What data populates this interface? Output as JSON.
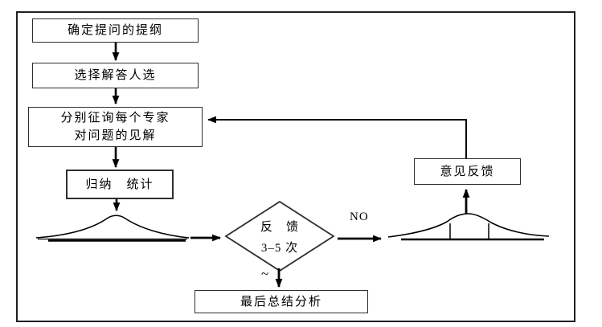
{
  "diagram": {
    "nodes": {
      "outline": {
        "label": "确定提问的提纲"
      },
      "select": {
        "label": "选择解答人选"
      },
      "consult": {
        "line1": "分别征询每个专家",
        "line2": "对问题的见解"
      },
      "summarize": {
        "label": "归纳　统计"
      },
      "decision": {
        "line1": "反　馈",
        "line2": "3–5 次"
      },
      "feedback": {
        "label": "意见反馈"
      },
      "final": {
        "label": "最后总结分析"
      }
    },
    "labels": {
      "no": "NO",
      "tilde": "~"
    },
    "colors": {
      "line": "#000000",
      "box_border": "#2e2e2e",
      "frame_border": "#1f1f1f",
      "background": "#ffffff",
      "text": "#000000"
    }
  }
}
